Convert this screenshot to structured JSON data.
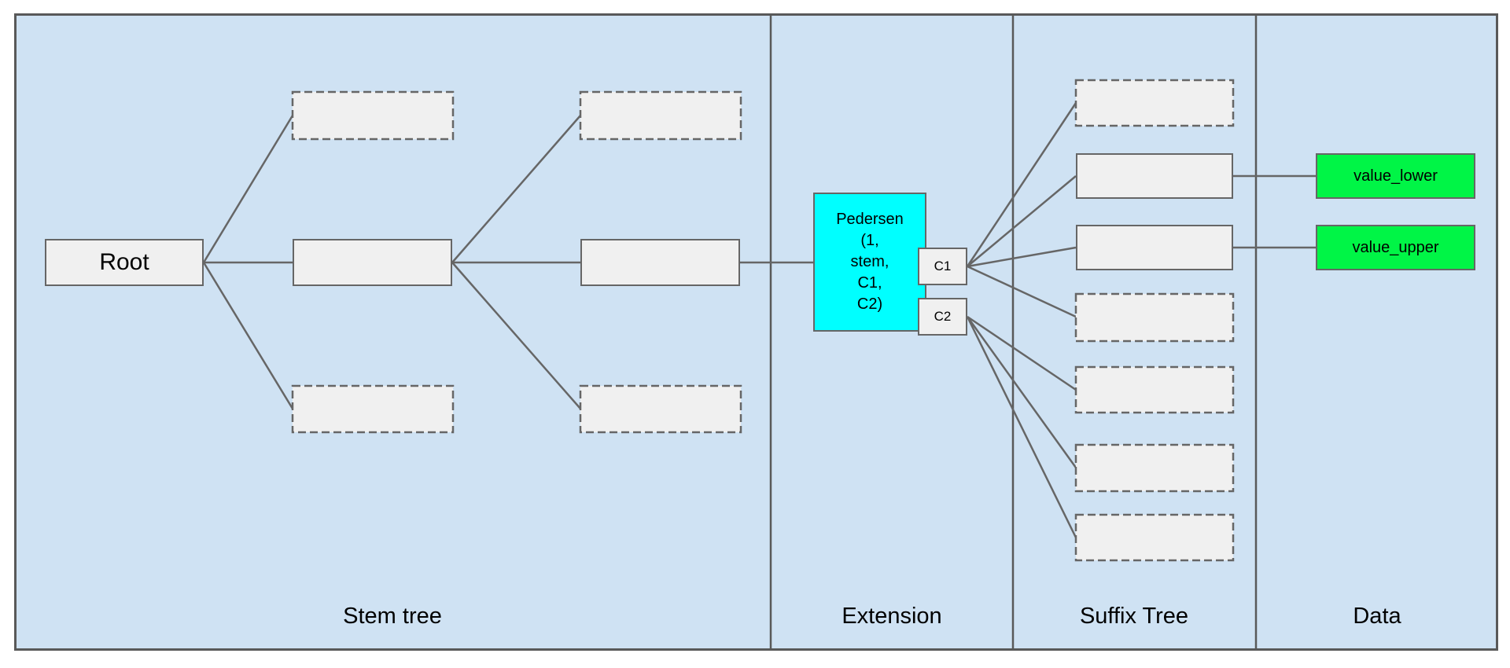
{
  "colors": {
    "page_bg": "#ffffff",
    "panel_bg": "#cfe2f3",
    "stroke": "#666666",
    "frame_stroke": "#595959",
    "node_fill": "#f0f0f0",
    "accent_cyan": "#00ffff",
    "accent_green": "#00f546",
    "text": "#000000"
  },
  "sections": [
    {
      "label": "Stem tree"
    },
    {
      "label": "Extension"
    },
    {
      "label": "Suffix Tree"
    },
    {
      "label": "Data"
    }
  ],
  "nodes": {
    "root": {
      "label": "Root"
    },
    "pedersen": {
      "lines": [
        "Pedersen",
        "(1,",
        "stem,",
        "C1,",
        "C2)"
      ]
    },
    "c1": {
      "label": "C1"
    },
    "c2": {
      "label": "C2"
    },
    "value_lower": {
      "label": "value_lower"
    },
    "value_upper": {
      "label": "value_upper"
    }
  }
}
